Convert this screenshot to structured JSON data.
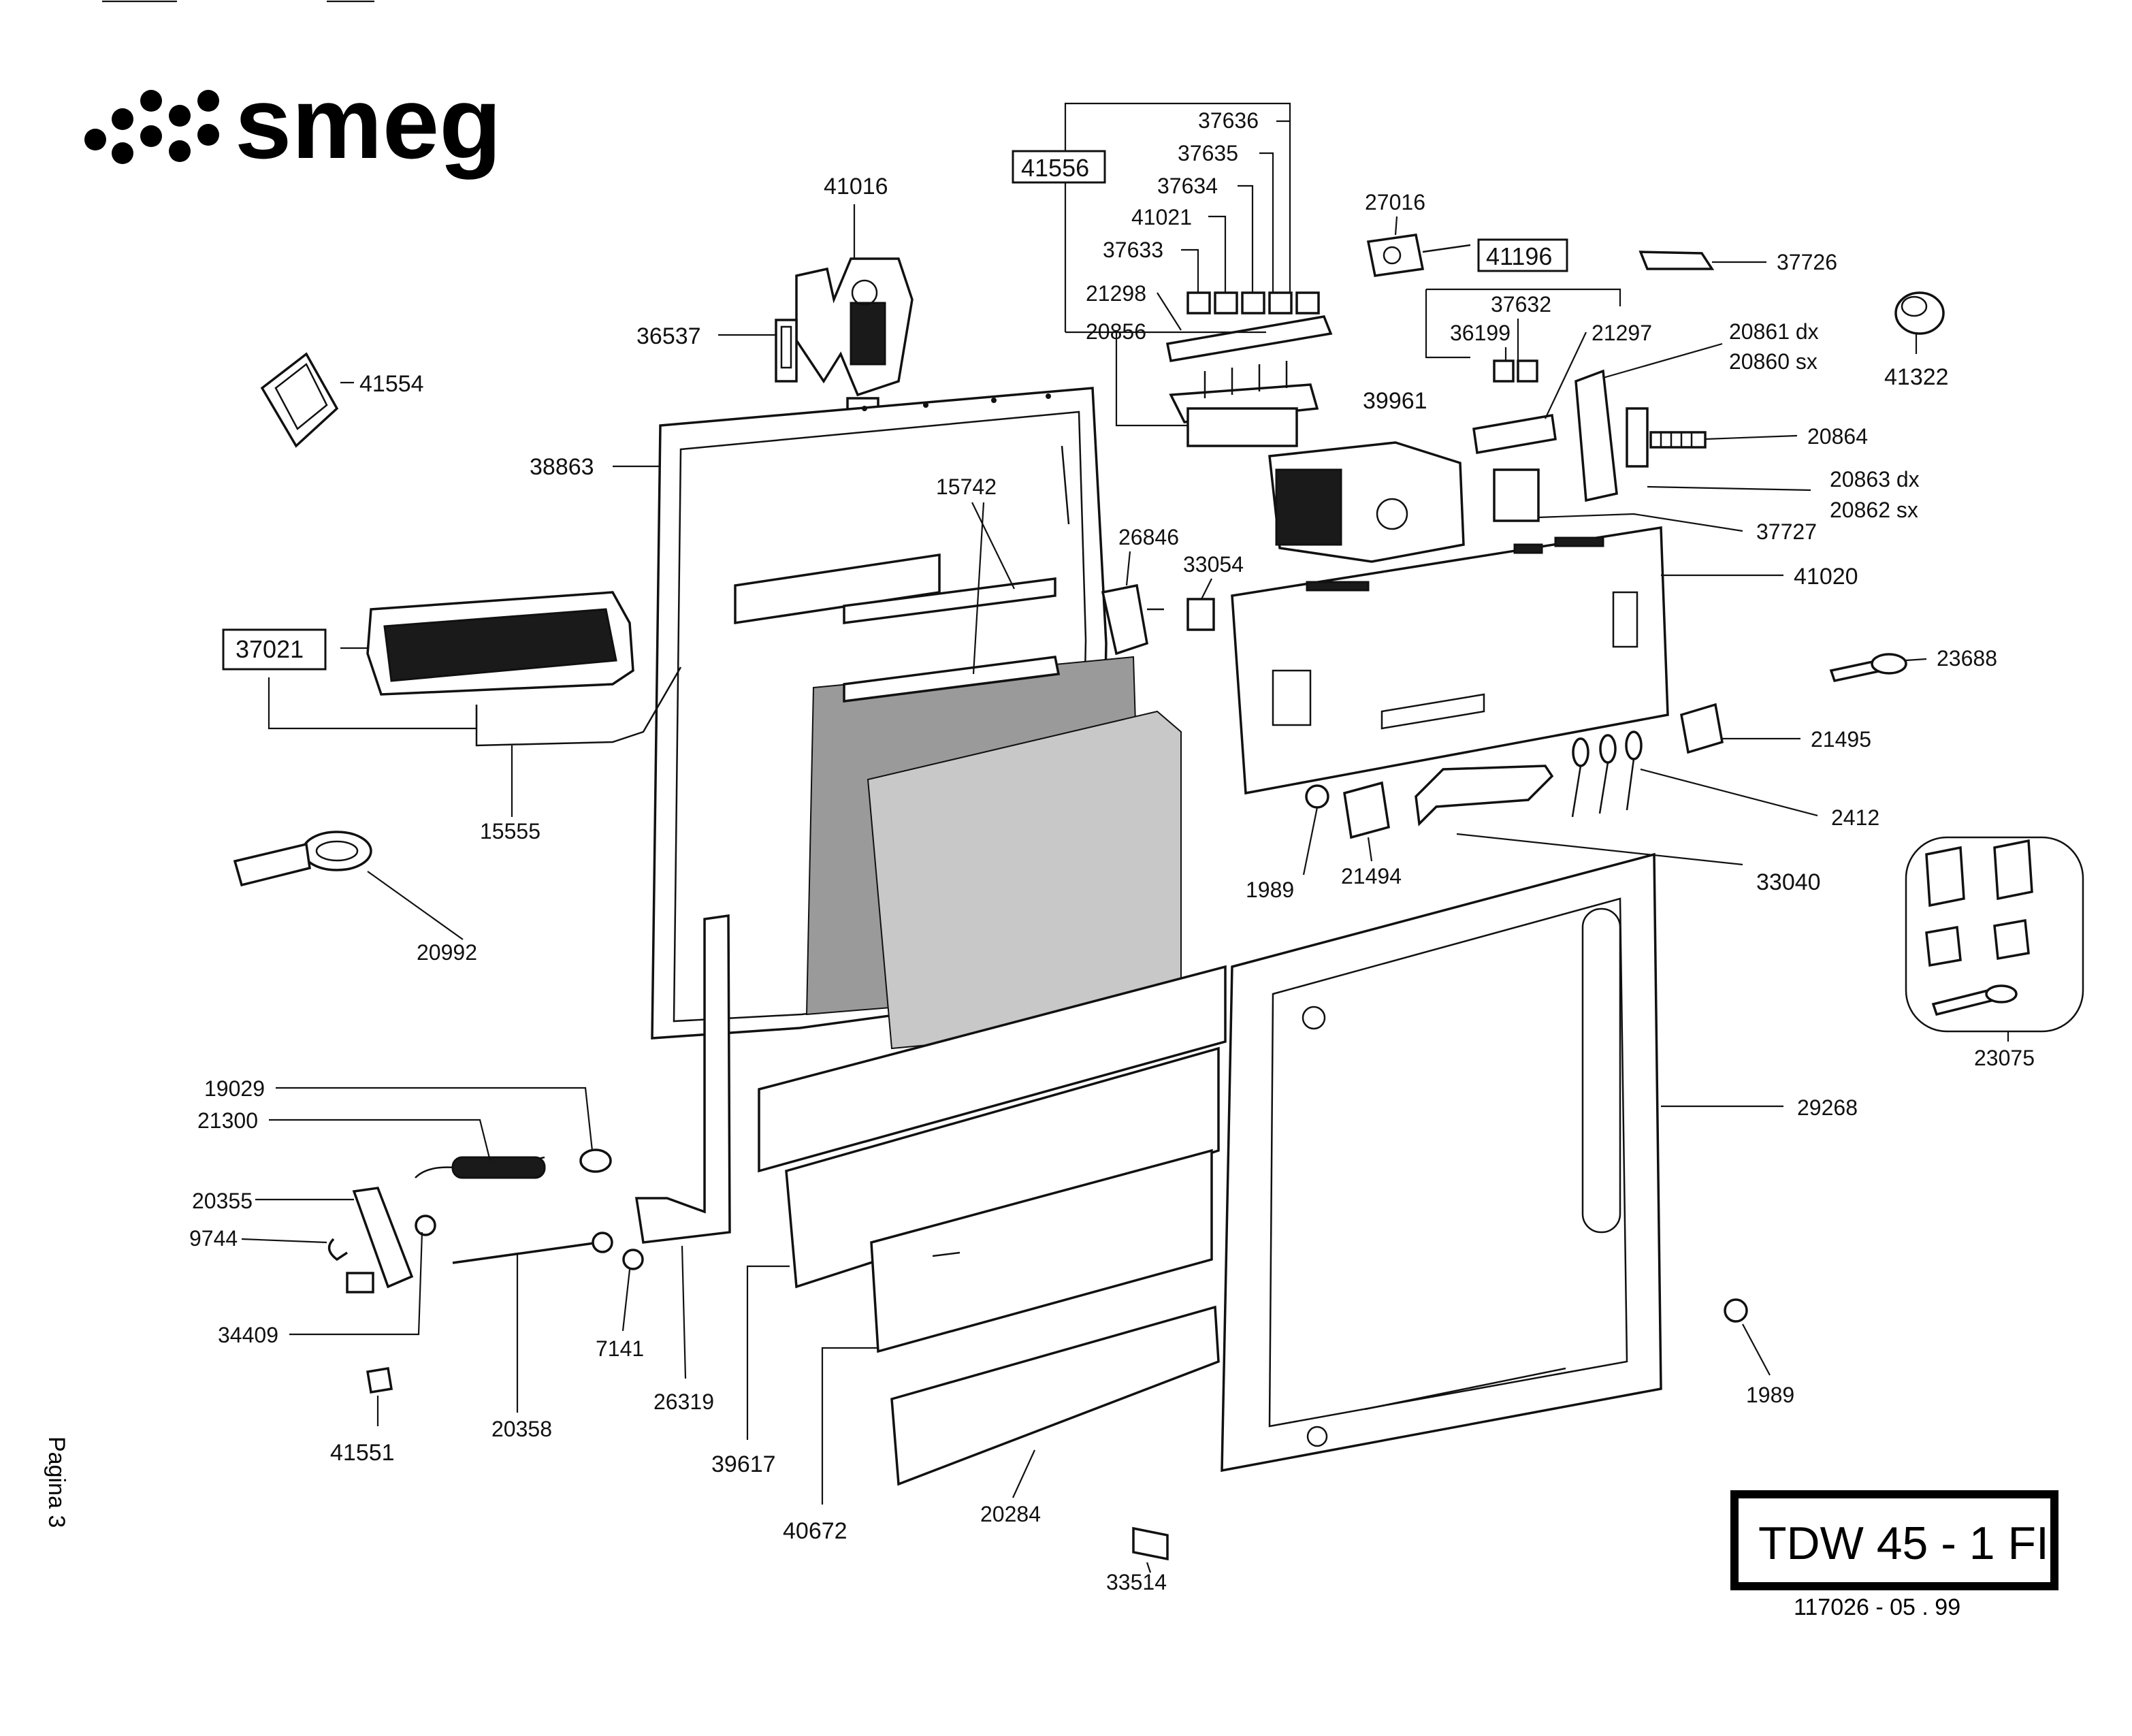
{
  "brand": "smeg",
  "page_label": "Pagina 3",
  "model": "TDW 45 - 1 FI",
  "doc_code": "117026 - 05 . 99",
  "boxed_refs": {
    "r41556": "41556",
    "r41196": "41196",
    "r37021": "37021"
  },
  "labels": {
    "p37636": "37636",
    "p37635": "37635",
    "p37634": "37634",
    "p41021": "41021",
    "p37633": "37633",
    "p21298": "21298",
    "p20856": "20856",
    "p41016": "41016",
    "p36537": "36537",
    "p41554": "41554",
    "p38863": "38863",
    "p15742": "15742",
    "p15555": "15555",
    "p20992": "20992",
    "p27016": "27016",
    "p37632": "37632",
    "p36199": "36199",
    "p21297": "21297",
    "p39961": "39961",
    "p37726": "37726",
    "p20861": "20861 dx",
    "p20860": "20860 sx",
    "p41322": "41322",
    "p20864": "20864",
    "p20863": "20863 dx",
    "p20862": "20862 sx",
    "p37727": "37727",
    "p26846": "26846",
    "p33054": "33054",
    "p41020": "41020",
    "p23688": "23688",
    "p21495": "21495",
    "p2412": "2412",
    "p1989a": "1989",
    "p21494": "21494",
    "p33040": "33040",
    "p23075": "23075",
    "p29268": "29268",
    "p19029": "19029",
    "p21300": "21300",
    "p20355": "20355",
    "p9744": "9744",
    "p34409": "34409",
    "p41551": "41551",
    "p20358": "20358",
    "p7141": "7141",
    "p26319": "26319",
    "p39617": "39617",
    "p40672": "40672",
    "p20284": "20284",
    "p33514": "33514",
    "p1989b": "1989"
  }
}
